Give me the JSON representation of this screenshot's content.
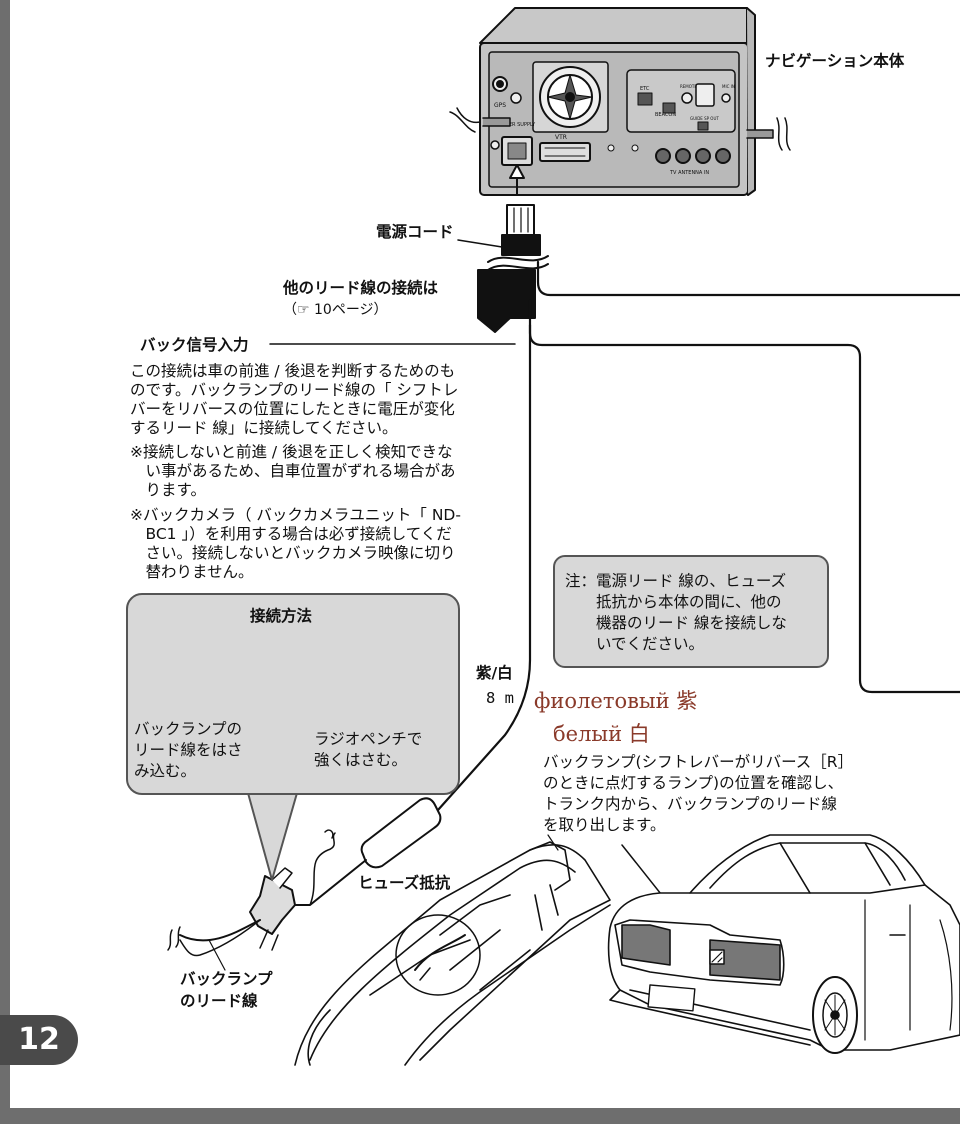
{
  "labels": {
    "navi_unit": "ナビゲーション本体",
    "power_cord": "電源コード",
    "other_leads_line1": "他のリード線の接続は",
    "other_leads_line2": "（☞ 10ページ）",
    "back_signal": "バック信号入力",
    "connection_method": "接続方法",
    "purple_white": "紫/白",
    "length": "8 m",
    "fuse_resistor": "ヒューズ抵抗",
    "backlamp_lead_line1": "バックランプ",
    "backlamp_lead_line2": "のリード線"
  },
  "intro_lines": [
    "この接続は車の前進 / 後退を判断するためのも",
    "のです。バックランプのリード線の「 シフトレ",
    "バーをリバースの位置にしたときに電圧が変化",
    "するリード 線」に接続してください。"
  ],
  "note1_lines": [
    "※接続しないと前進 / 後退を正しく検知できな",
    "　い事があるため、自車位置がずれる場合があ",
    "　ります。"
  ],
  "note2_lines": [
    "※バックカメラ（ バックカメラユニット「 ND-",
    "　BC1 」）を利用する場合は必ず接続してくだ",
    "　さい。接続しないとバックカメラ映像に切り",
    "　替わりません。"
  ],
  "caution_lines": [
    "注：電源リード 線の、ヒューズ",
    "　　抵抗から本体の間に、他の",
    "　　機器のリード 線を接続しな",
    "　　いでください。"
  ],
  "method": {
    "step1_lines": [
      "バックランプの",
      "リード線をはさ",
      "み込む。"
    ],
    "step2_lines": [
      "ラジオペンチで",
      "強くはさむ。"
    ]
  },
  "russian": {
    "purple": "фиолетовый 紫",
    "white": "белый 白"
  },
  "trunk_lines": [
    "バックランプ(シフトレバーがリバース［R］",
    "のときに点灯するランプ)の位置を確認し、",
    "トランク内から、バックランプのリード線",
    "を取り出します。"
  ],
  "device_labels": {
    "gps": "GPS",
    "power_supply": "POWER SUPPLY",
    "vtr": "VTR",
    "etc": "ETC",
    "beacon": "BEACON",
    "remote_out": "REMOTE OUT",
    "guide_sp_out": "GUIDE SP OUT",
    "tv_antenna_in": "TV ANTENNA IN",
    "mic_in": "MIC IN"
  },
  "page_number": "12",
  "colors": {
    "box_fill": "#d8d8d8",
    "russian_text": "#8a3a2a",
    "badge": "#4a4a4a"
  }
}
